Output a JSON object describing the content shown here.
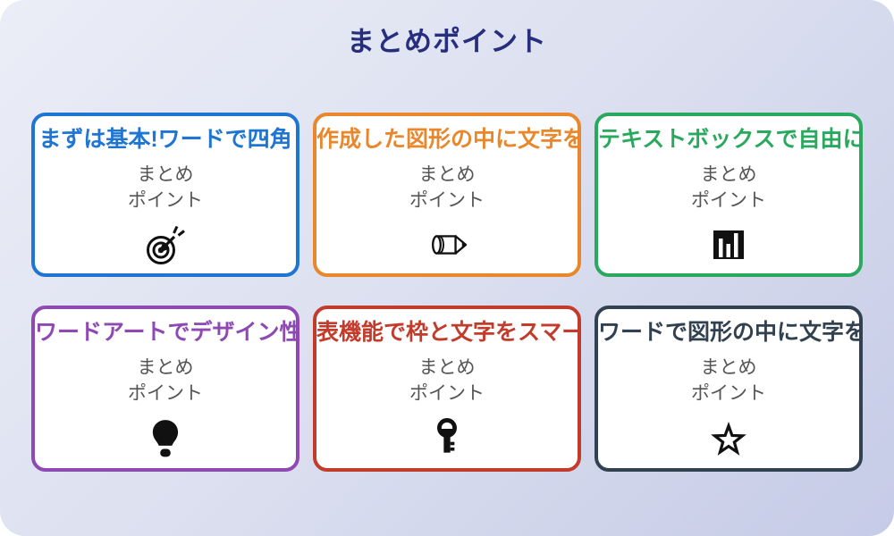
{
  "page": {
    "heading": "まとめポイント",
    "heading_color": "#272e7d",
    "background_colors": [
      "#ebedf7",
      "#c6cbe7"
    ],
    "card_background": "#ffffff"
  },
  "shared": {
    "summary_line1": "まとめ",
    "summary_line2": "ポイント"
  },
  "cards": [
    {
      "title": "まずは基本!ワードで四角",
      "color": "#1e76d2",
      "icon": "dartboard-arrow-icon"
    },
    {
      "title": "作成した図形の中に文字を",
      "color": "#e8872c",
      "icon": "pencil-icon"
    },
    {
      "title": "テキストボックスで自由に",
      "color": "#29a95e",
      "icon": "bar-chart-icon"
    },
    {
      "title": "ワードアートでデザイン性",
      "color": "#8f49b2",
      "icon": "lightbulb-icon"
    },
    {
      "title": "表機能で枠と文字をスマー",
      "color": "#c23b2b",
      "icon": "key-icon"
    },
    {
      "title": "ワードで図形の中に文字を",
      "color": "#32414f",
      "icon": "star-icon"
    }
  ]
}
